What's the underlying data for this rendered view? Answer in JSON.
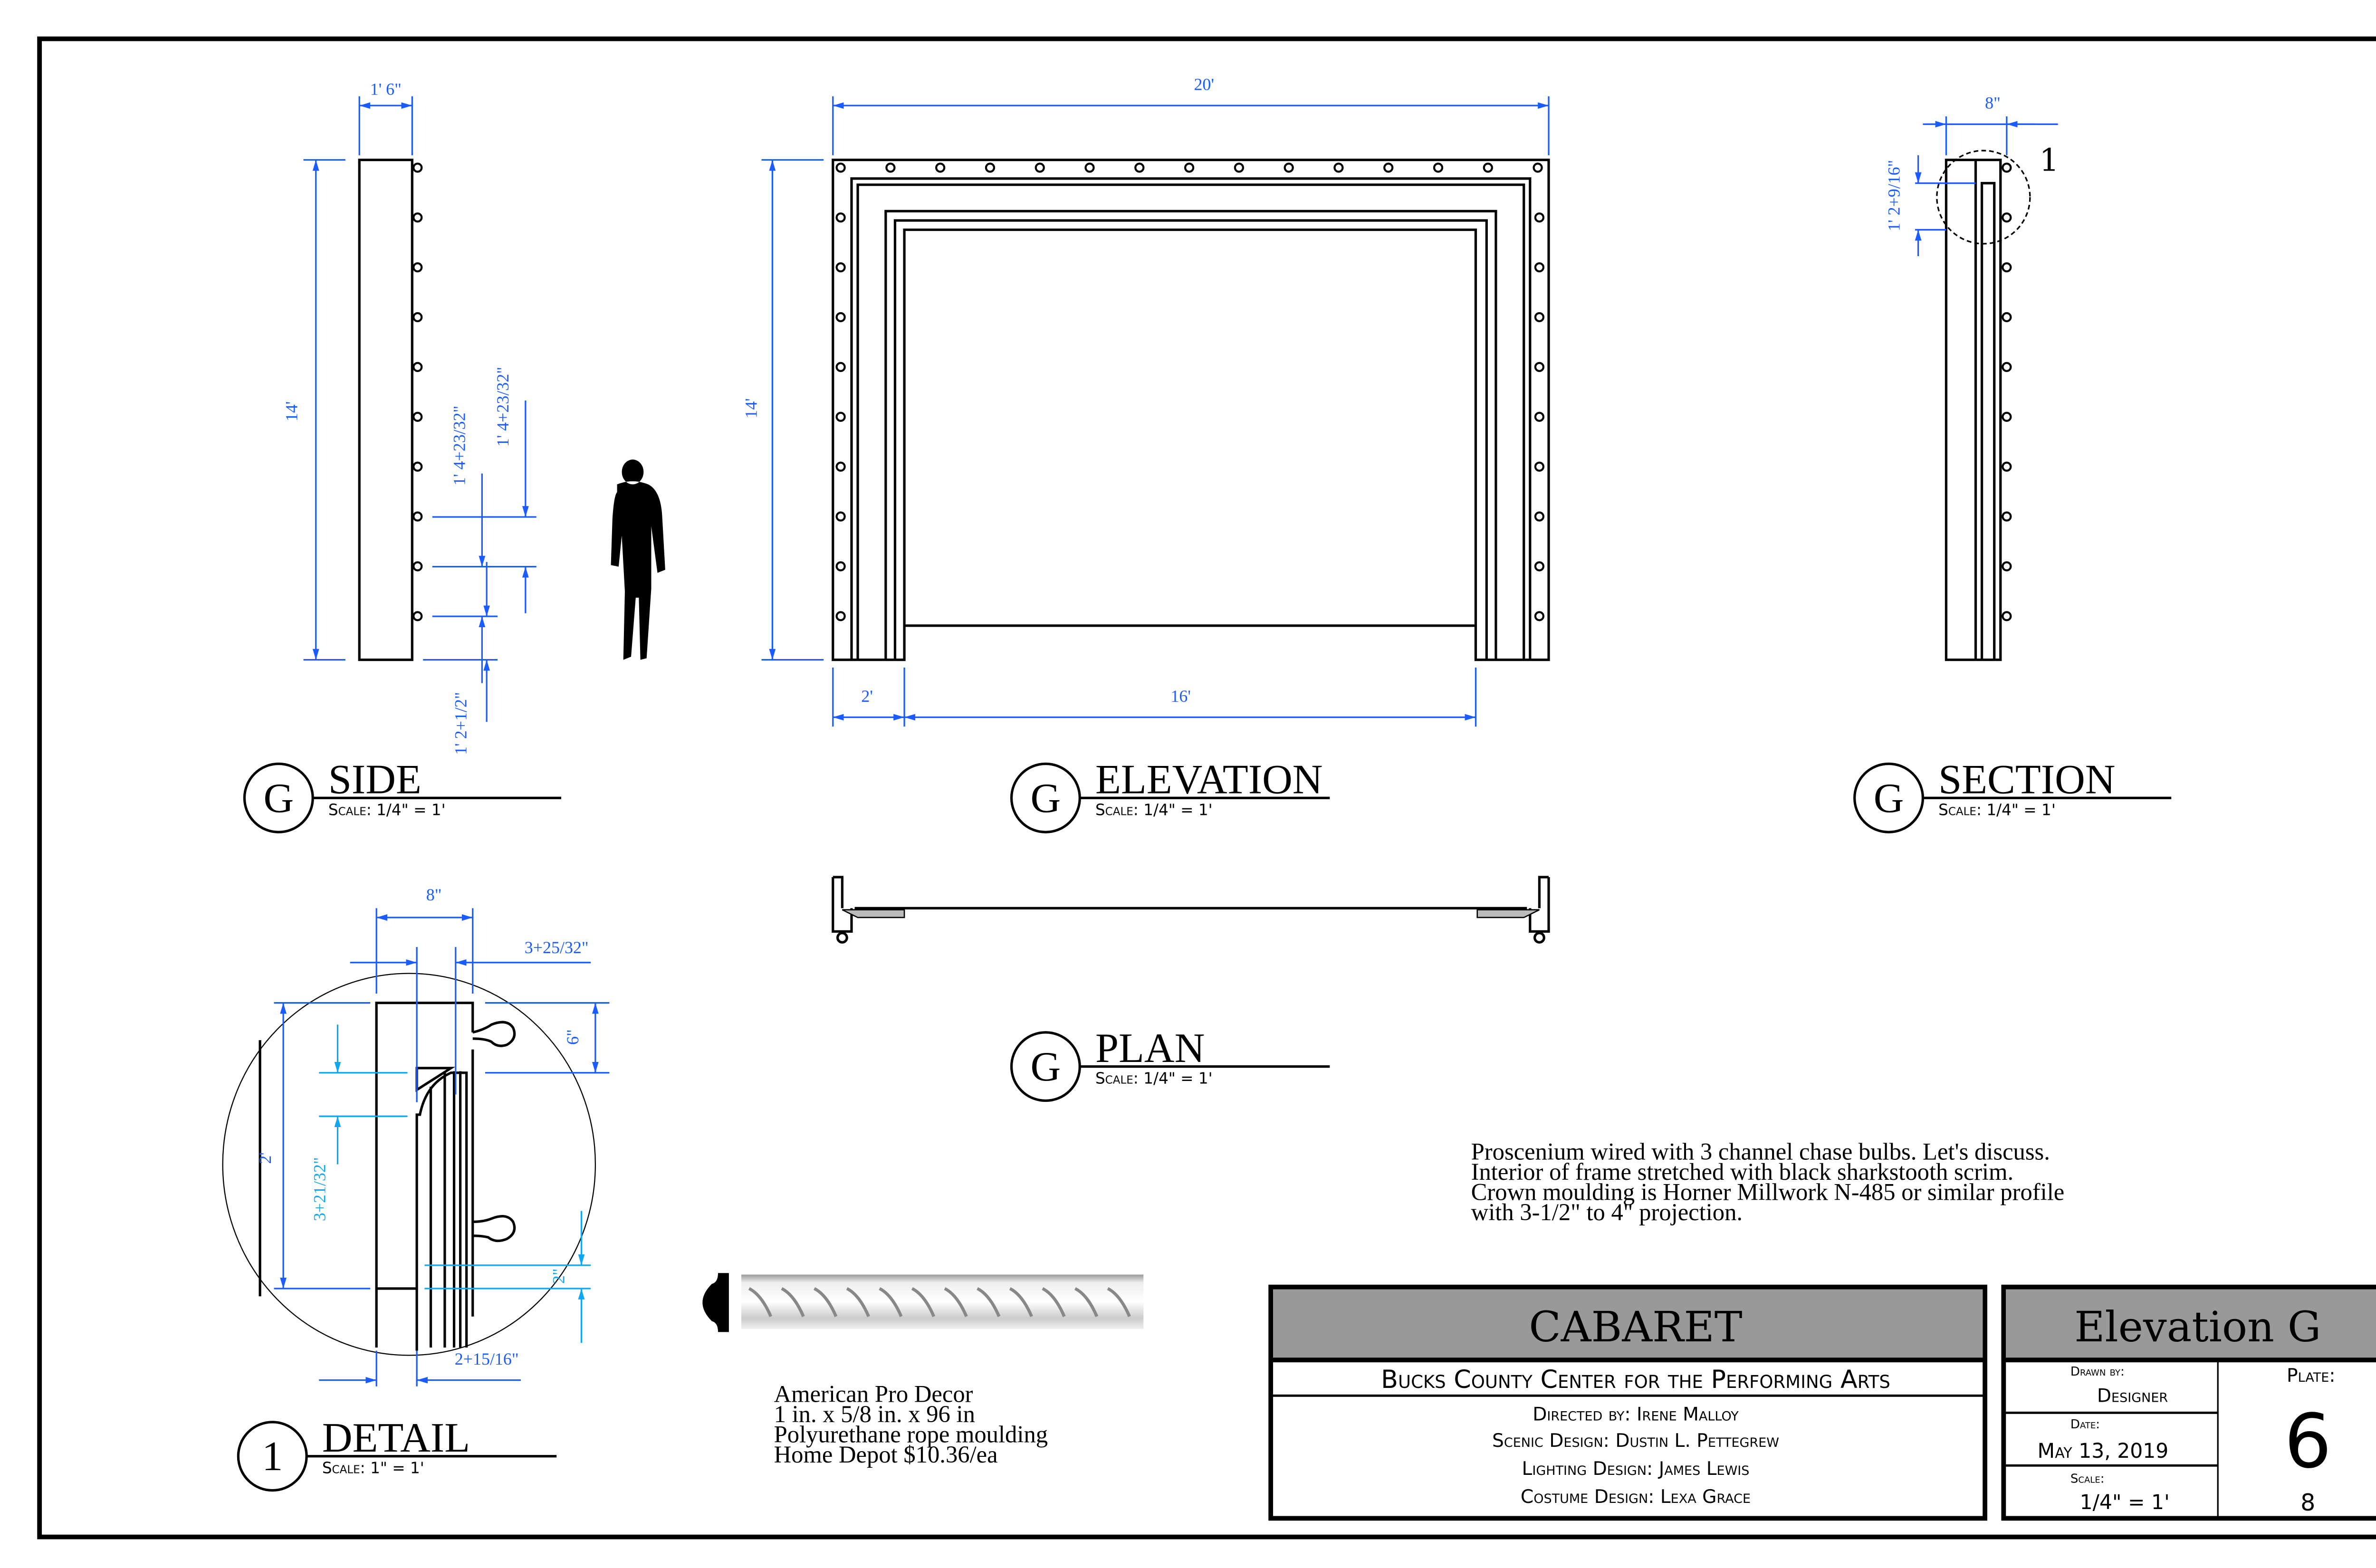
{
  "side": {
    "title": "SIDE",
    "tag": "G",
    "scale": "Scale: 1/4\" = 1'",
    "dim_width": "1' 6\"",
    "dim_height": "14'",
    "dim_spacing_a": "1' 4+23/32\"",
    "dim_spacing_b": "1' 4+23/32\"",
    "dim_bottom": "1' 2+1/2\""
  },
  "elevation": {
    "title": "ELEVATION",
    "tag": "G",
    "scale": "Scale: 1/4\" = 1'",
    "dim_width": "20'",
    "dim_height": "14'",
    "dim_leg": "2'",
    "dim_opening": "16'"
  },
  "section": {
    "title": "SECTION",
    "tag": "G",
    "scale": "Scale: 1/4\" = 1'",
    "dim_width": "8\"",
    "dim_top": "1' 2+9/16\"",
    "callout": "1"
  },
  "plan": {
    "title": "PLAN",
    "tag": "G",
    "scale": "Scale: 1/4\" = 1'"
  },
  "detail": {
    "title": "DETAIL",
    "tag": "1",
    "scale": "Scale: 1\" = 1'",
    "dim_width": "8\"",
    "dim_offset": "3+25/32\"",
    "dim_bulb": "6\"",
    "dim_height": "2'",
    "dim_moulding": "3+21/32\"",
    "dim_small": "2\"",
    "dim_bottom": "2+15/16\""
  },
  "notes": [
    "Proscenium wired with 3 channel chase bulbs. Let's discuss.",
    "Interior of frame stretched with black sharkstooth scrim.",
    "Crown moulding is Horner Millwork N-485 or similar profile",
    "with 3-1/2\" to 4\" projection."
  ],
  "moulding": {
    "lines": [
      "American Pro Decor",
      "1 in. x 5/8 in. x 96 in",
      "Polyurethane rope moulding",
      "Home Depot $10.36/ea"
    ]
  },
  "titleblock": {
    "show": "CABARET",
    "venue": "Bucks County Center for the Performing Arts",
    "credits": [
      "Directed by: Irene Malloy",
      "Scenic Design: Dustin L. Pettegrew",
      "Lighting Design: James Lewis",
      "Costume Design: Lexa Grace"
    ],
    "sheet": "Elevation G",
    "drawn_by_label": "Drawn by:",
    "drawn_by": "Designer",
    "date_label": "Date:",
    "date": "May 13, 2019",
    "scale_label": "Scale:",
    "scale": "1/4\" = 1'",
    "plate_label": "Plate:",
    "plate": "6",
    "plate_total": "8"
  },
  "colors": {
    "dimension": "#1a5cff",
    "dimension_light": "#11a8f0",
    "header_gray": "#999999"
  }
}
